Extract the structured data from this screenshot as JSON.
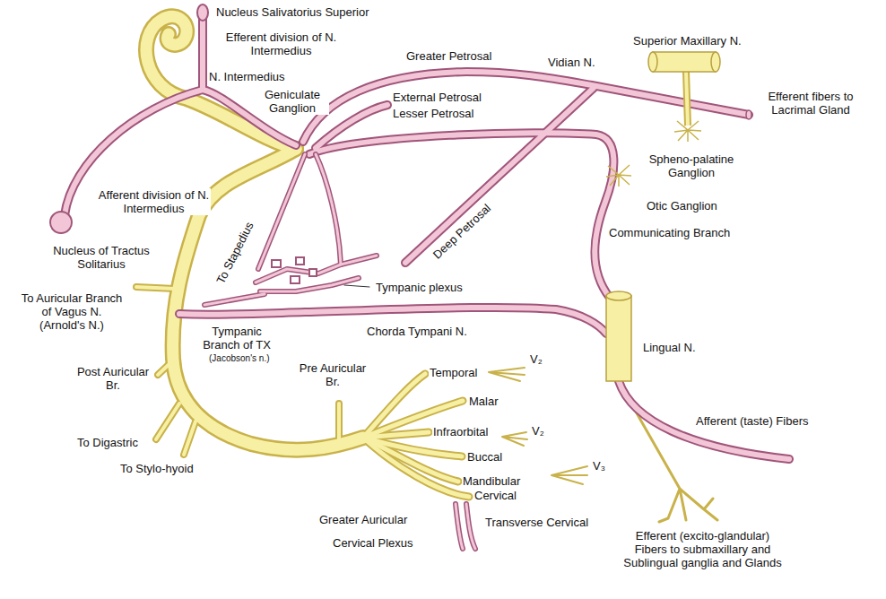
{
  "diagram": {
    "labels": [
      "Nucleus Salivatorius Superior",
      "Efferent division of N. Intermedius",
      "Greater Petrosal",
      "Vidian N.",
      "Superior Maxillary N.",
      "Efferent fibers to Lacrimal Gland",
      "N. Intermedius",
      "Geniculate Ganglion",
      "External Petrosal",
      "Lesser Petrosal",
      "Spheno-palatine Ganglion",
      "Afferent division of N. Intermedius",
      "Otic Ganglion",
      "Deep Petrosal",
      "Communicating Branch",
      "Nucleus of Tractus Solitarius",
      "To Stapedius",
      "Tympanic plexus",
      "To Auricular Branch of Vagus N. (Arnold's N.)",
      "Lingual N.",
      "Tympanic Branch of TX",
      "(Jacobson's n.)",
      "Chorda Tympani N.",
      "V₂",
      "Temporal",
      "Malar",
      "Post Auricular Br.",
      "Pre Auricular Br.",
      "Infraorbital",
      "V₂",
      "Afferent (taste) Fibers",
      "Buccal",
      "V₃",
      "To Digastric",
      "To Stylo-hyoid",
      "Mandibular",
      "Cervical",
      "Greater Auricular",
      "Transverse Cervical",
      "Cervical Plexus",
      "Efferent (excito-glandular) Fibers to submaxillary and Sublingual ganglia and Glands"
    ]
  }
}
